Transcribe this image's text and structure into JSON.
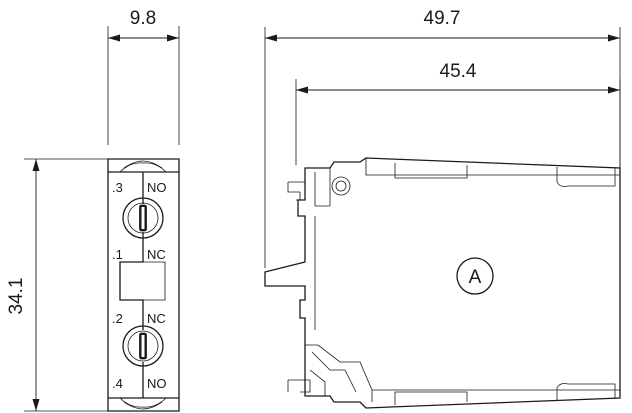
{
  "dimensions": {
    "front_width": "9.8",
    "front_height": "34.1",
    "side_overall_length": "49.7",
    "side_body_length": "45.4"
  },
  "front_view": {
    "terminals": [
      {
        "number": ".3",
        "contact": "NO"
      },
      {
        "number": ".1",
        "contact": "NC"
      },
      {
        "number": ".2",
        "contact": "NC"
      },
      {
        "number": ".4",
        "contact": "NO"
      }
    ]
  },
  "side_view": {
    "callout": "A"
  },
  "colors": {
    "line": "#1a1a1a",
    "background": "#ffffff"
  }
}
